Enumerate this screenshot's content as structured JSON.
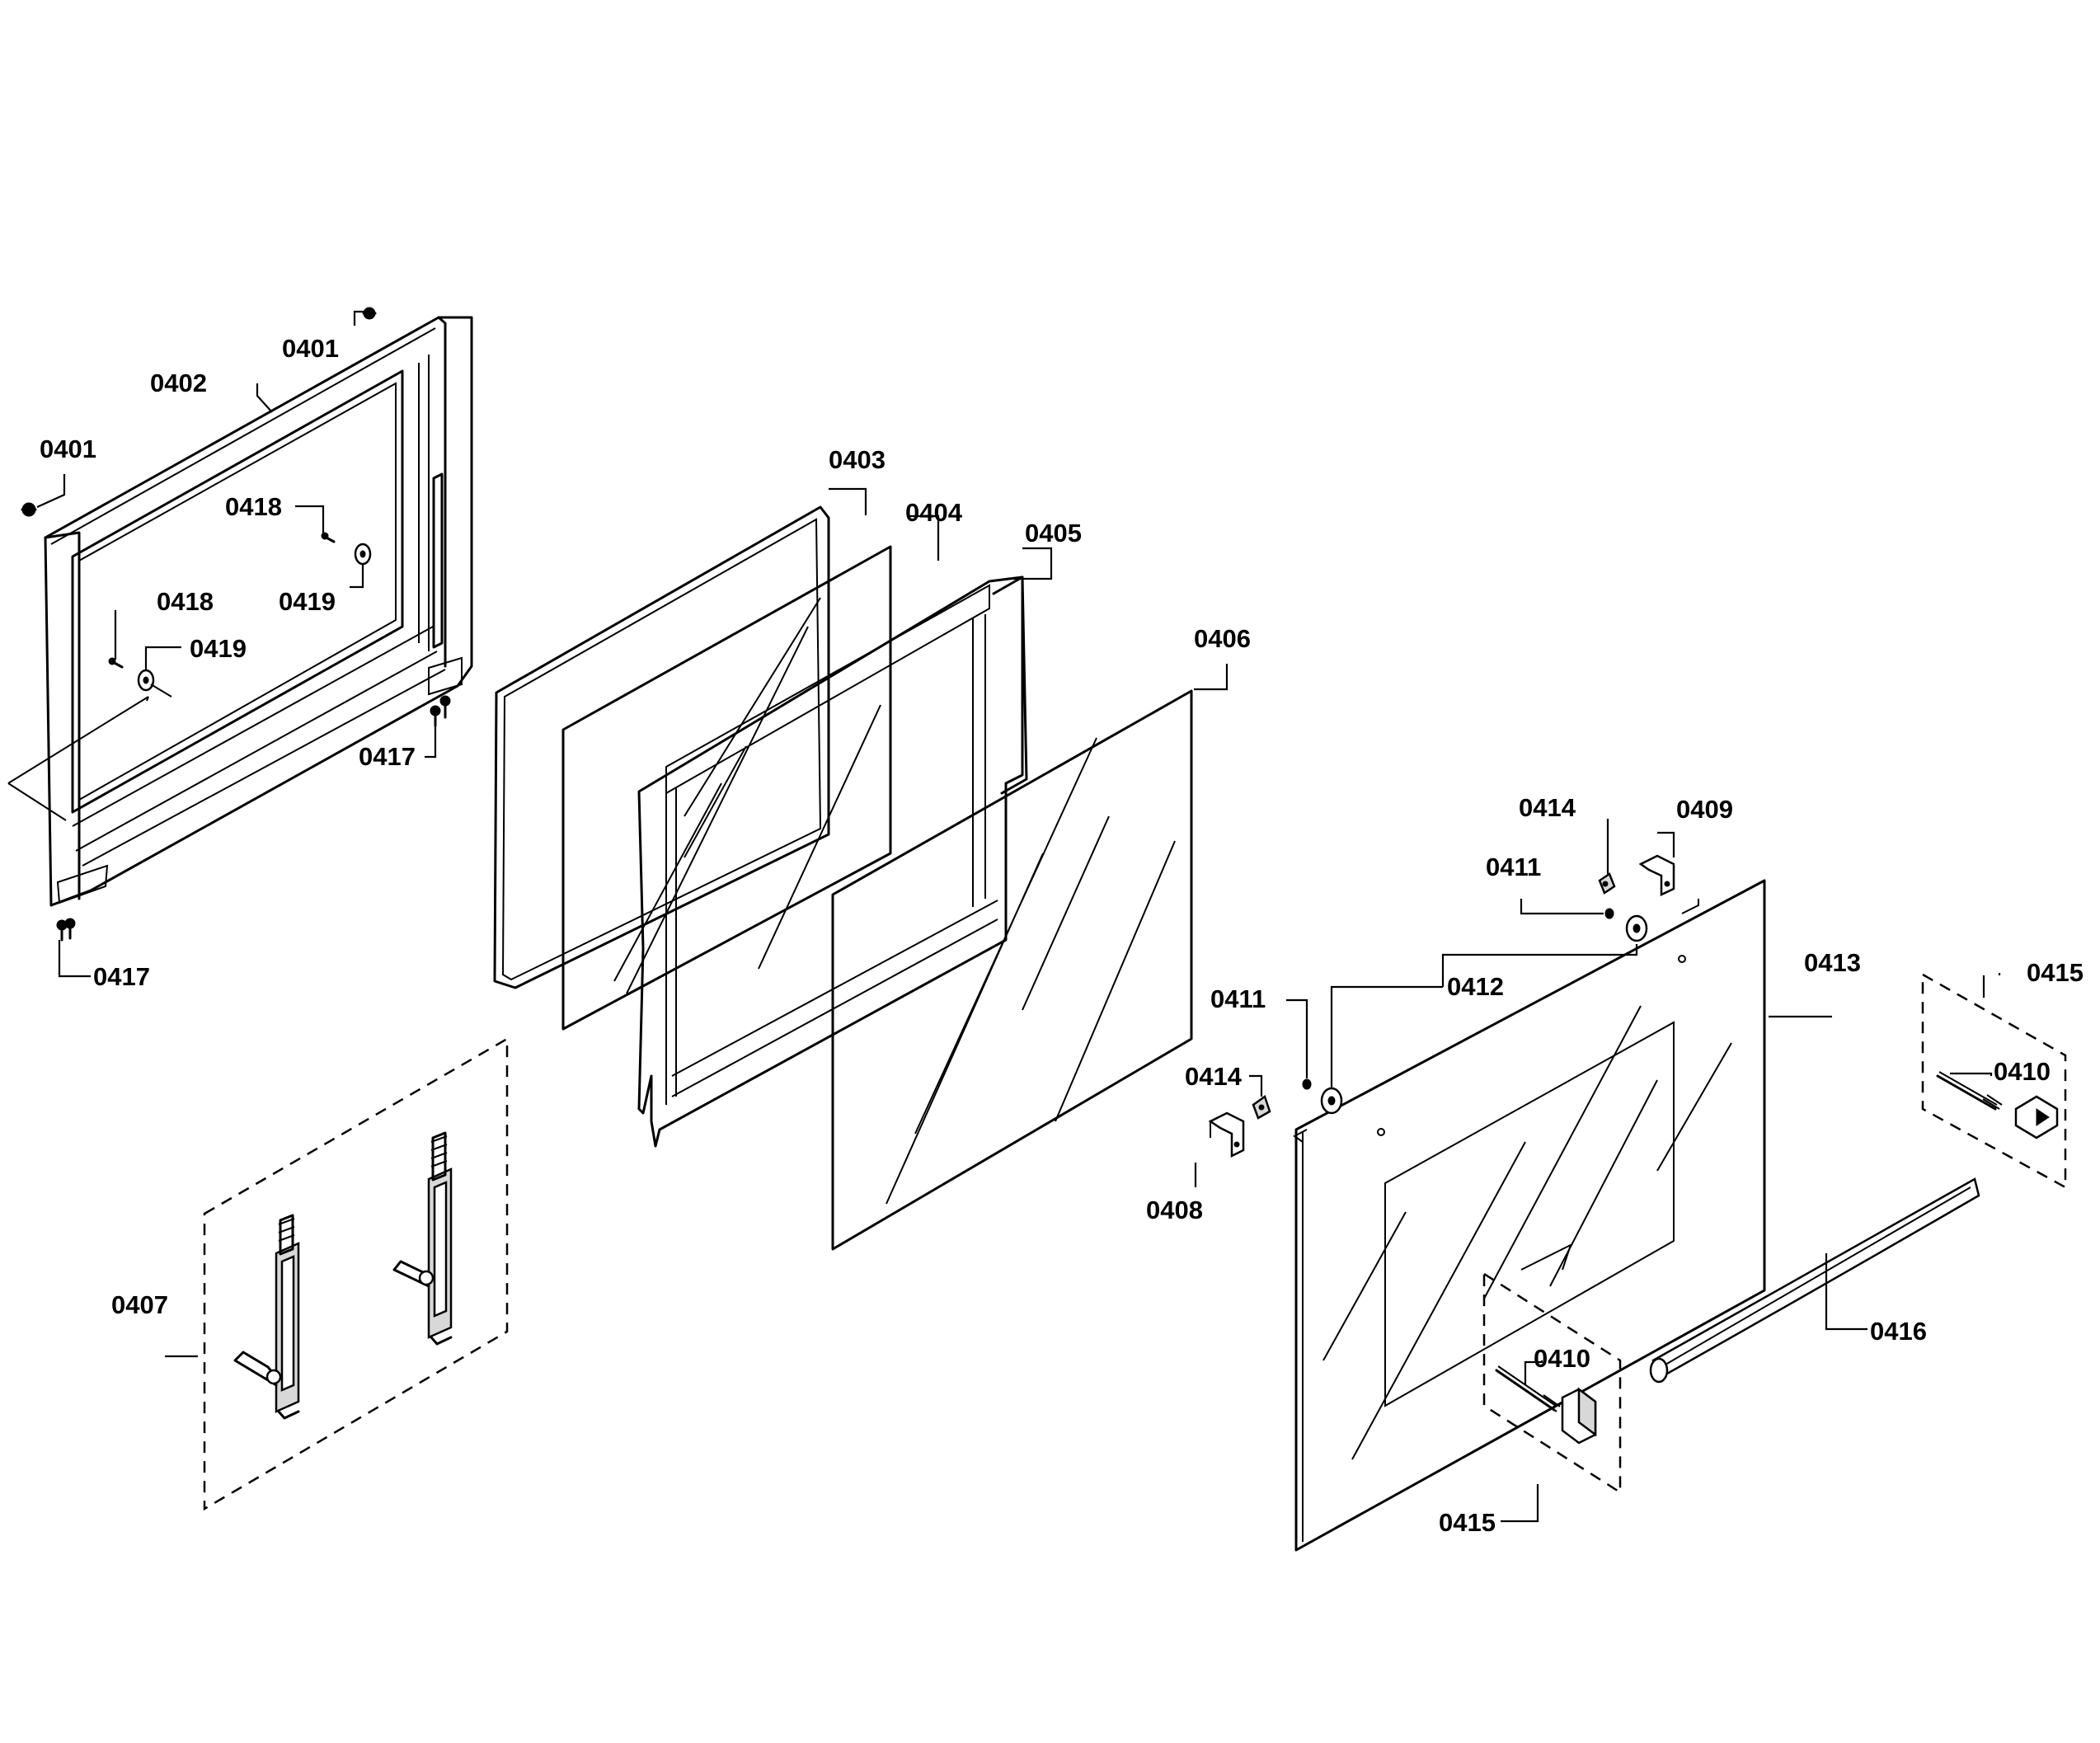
{
  "labels": {
    "p0401": "0401",
    "p0402": "0402",
    "p0403": "0403",
    "p0404": "0404",
    "p0405": "0405",
    "p0406": "0406",
    "p0407": "0407",
    "p0408": "0408",
    "p0409": "0409",
    "p0410": "0410",
    "p0411": "0411",
    "p0412": "0412",
    "p0413": "0413",
    "p0414": "0414",
    "p0415": "0415",
    "p0416": "0416",
    "p0417": "0417",
    "p0418": "0418",
    "p0419": "0419"
  }
}
